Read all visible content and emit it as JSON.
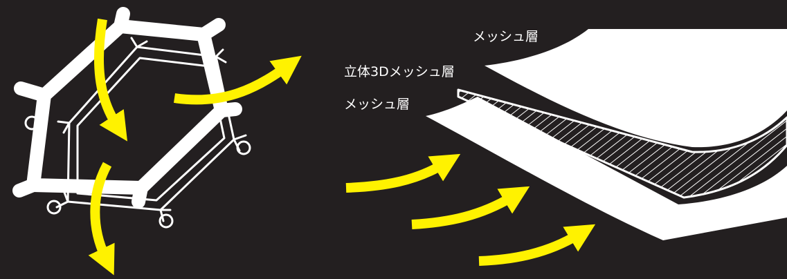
{
  "colors": {
    "background": "#231f20",
    "structure": "#ffffff",
    "airflow_arrow": "#fff200"
  },
  "labels": {
    "top_layer": "メッシュ層",
    "middle_layer": "立体3Dメッシュ層",
    "bottom_layer": "メッシュ層"
  }
}
